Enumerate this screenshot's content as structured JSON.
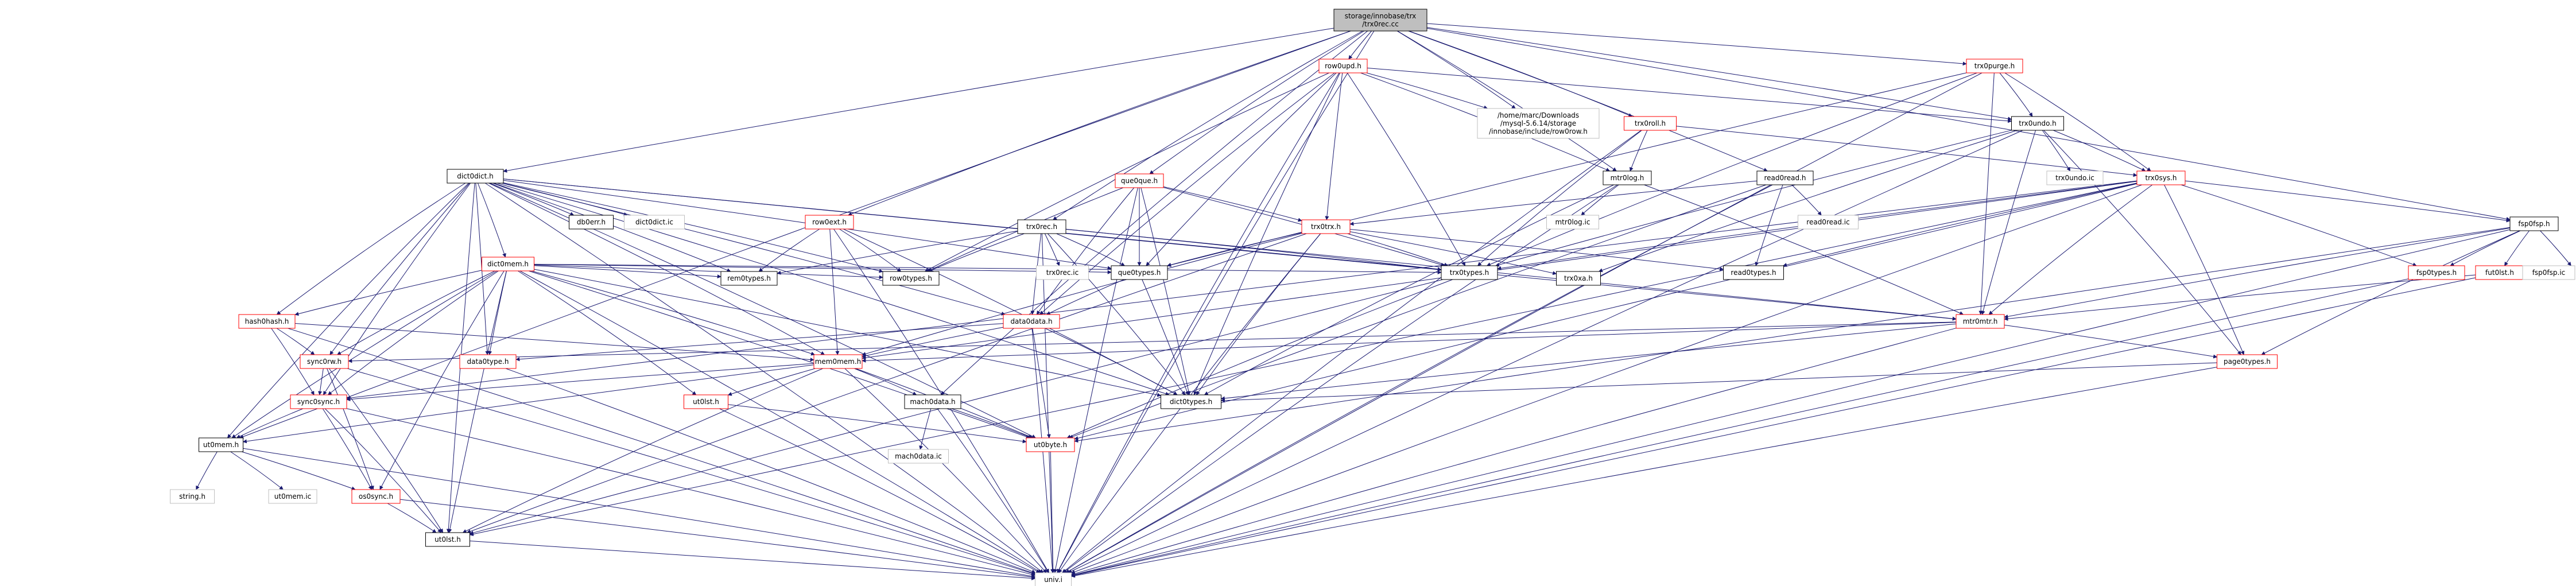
{
  "graph": {
    "colors": {
      "background": "#ffffff",
      "node_border_default": "#bfbfbf",
      "node_border_red": "#ff0000",
      "root_fill": "#bfbfbf",
      "root_border": "#000000",
      "edge": "#191970"
    },
    "nodes": [
      {
        "id": "root",
        "label": [
          "storage/innobase/trx",
          "/trx0rec.cc"
        ],
        "style": "root"
      },
      {
        "id": "dict0dict",
        "label": [
          "dict0dict.h"
        ],
        "style": "black"
      },
      {
        "id": "row0upd",
        "label": [
          "row0upd.h"
        ],
        "style": "red"
      },
      {
        "id": "row0ext",
        "label": [
          "row0ext.h"
        ],
        "style": "red"
      },
      {
        "id": "que0que",
        "label": [
          "que0que.h"
        ],
        "style": "red"
      },
      {
        "id": "trx0rec_h",
        "label": [
          "trx0rec.h"
        ],
        "style": "black"
      },
      {
        "id": "mysql_row0row",
        "label": [
          "/home/marc/Downloads",
          "/mysql-5.6.14/storage",
          "/innobase/include/row0row.h"
        ],
        "style": "gray"
      },
      {
        "id": "trx0roll",
        "label": [
          "trx0roll.h"
        ],
        "style": "red"
      },
      {
        "id": "mtr0log",
        "label": [
          "mtr0log.h"
        ],
        "style": "black"
      },
      {
        "id": "read0read",
        "label": [
          "read0read.h"
        ],
        "style": "black"
      },
      {
        "id": "trx0purge",
        "label": [
          "trx0purge.h"
        ],
        "style": "red"
      },
      {
        "id": "trx0undo",
        "label": [
          "trx0undo.h"
        ],
        "style": "black"
      },
      {
        "id": "fsp0fsp",
        "label": [
          "fsp0fsp.h"
        ],
        "style": "black"
      },
      {
        "id": "trx0sys",
        "label": [
          "trx0sys.h"
        ],
        "style": "red"
      },
      {
        "id": "trx0trx",
        "label": [
          "trx0trx.h"
        ],
        "style": "red"
      },
      {
        "id": "dict0mem",
        "label": [
          "dict0mem.h"
        ],
        "style": "red"
      },
      {
        "id": "dict0dict_ic",
        "label": [
          "dict0dict.ic"
        ],
        "style": "gray"
      },
      {
        "id": "db0err",
        "label": [
          "db0err.h"
        ],
        "style": "black"
      },
      {
        "id": "row0types",
        "label": [
          "row0types.h"
        ],
        "style": "black"
      },
      {
        "id": "rem0types",
        "label": [
          "rem0types.h"
        ],
        "style": "black"
      },
      {
        "id": "trx0rec_ic",
        "label": [
          "trx0rec.ic"
        ],
        "style": "gray"
      },
      {
        "id": "que0types",
        "label": [
          "que0types.h"
        ],
        "style": "black"
      },
      {
        "id": "trx0types",
        "label": [
          "trx0types.h"
        ],
        "style": "black"
      },
      {
        "id": "trx0xa",
        "label": [
          "trx0xa.h"
        ],
        "style": "black"
      },
      {
        "id": "read0types",
        "label": [
          "read0types.h"
        ],
        "style": "black"
      },
      {
        "id": "mtr0log_ic",
        "label": [
          "mtr0log.ic"
        ],
        "style": "gray"
      },
      {
        "id": "read0read_ic",
        "label": [
          "read0read.ic"
        ],
        "style": "gray"
      },
      {
        "id": "trx0undo_ic",
        "label": [
          "trx0undo.ic"
        ],
        "style": "gray"
      },
      {
        "id": "fsp0types",
        "label": [
          "fsp0types.h"
        ],
        "style": "red"
      },
      {
        "id": "fut0lst",
        "label": [
          "fut0lst.h"
        ],
        "style": "red"
      },
      {
        "id": "fsp0fsp_ic",
        "label": [
          "fsp0fsp.ic"
        ],
        "style": "gray"
      },
      {
        "id": "hash0hash",
        "label": [
          "hash0hash.h"
        ],
        "style": "red"
      },
      {
        "id": "data0data",
        "label": [
          "data0data.h"
        ],
        "style": "red"
      },
      {
        "id": "mtr0mtr",
        "label": [
          "mtr0mtr.h"
        ],
        "style": "red"
      },
      {
        "id": "sync0rw",
        "label": [
          "sync0rw.h"
        ],
        "style": "red"
      },
      {
        "id": "data0type",
        "label": [
          "data0type.h"
        ],
        "style": "red"
      },
      {
        "id": "mem0mem",
        "label": [
          "mem0mem.h"
        ],
        "style": "red"
      },
      {
        "id": "dict0types",
        "label": [
          "dict0types.h"
        ],
        "style": "black"
      },
      {
        "id": "page0types",
        "label": [
          "page0types.h"
        ],
        "style": "red"
      },
      {
        "id": "sync0sync",
        "label": [
          "sync0sync.h"
        ],
        "style": "red"
      },
      {
        "id": "ut0lst_red",
        "label": [
          "ut0lst.h"
        ],
        "style": "red"
      },
      {
        "id": "mach0data_h",
        "label": [
          "mach0data.h"
        ],
        "style": "black"
      },
      {
        "id": "ut0mem",
        "label": [
          "ut0mem.h"
        ],
        "style": "black"
      },
      {
        "id": "ut0byte",
        "label": [
          "ut0byte.h"
        ],
        "style": "red"
      },
      {
        "id": "mach0data_ic",
        "label": [
          "mach0data.ic"
        ],
        "style": "gray"
      },
      {
        "id": "string_h",
        "label": [
          "string.h"
        ],
        "style": "gray"
      },
      {
        "id": "ut0mem_ic",
        "label": [
          "ut0mem.ic"
        ],
        "style": "gray"
      },
      {
        "id": "os0sync",
        "label": [
          "os0sync.h"
        ],
        "style": "red"
      },
      {
        "id": "ut0lst_h",
        "label": [
          "ut0lst.h"
        ],
        "style": "black"
      },
      {
        "id": "univ_i",
        "label": [
          "univ.i"
        ],
        "style": "gray"
      }
    ],
    "edges": [
      [
        "root",
        "dict0dict"
      ],
      [
        "root",
        "row0upd"
      ],
      [
        "root",
        "row0ext"
      ],
      [
        "root",
        "que0que"
      ],
      [
        "root",
        "trx0rec_h"
      ],
      [
        "root",
        "mysql_row0row"
      ],
      [
        "root",
        "trx0roll"
      ],
      [
        "root",
        "mtr0log"
      ],
      [
        "root",
        "read0read"
      ],
      [
        "root",
        "trx0purge"
      ],
      [
        "root",
        "trx0undo"
      ],
      [
        "root",
        "fsp0fsp"
      ],
      [
        "root",
        "mach0data_h"
      ],
      [
        "root",
        "ut0mem"
      ],
      [
        "root",
        "univ_i"
      ],
      [
        "dict0dict",
        "dict0mem"
      ],
      [
        "dict0dict",
        "dict0dict_ic"
      ],
      [
        "dict0dict",
        "db0err"
      ],
      [
        "dict0dict",
        "rem0types"
      ],
      [
        "dict0dict",
        "row0types"
      ],
      [
        "dict0dict",
        "data0data"
      ],
      [
        "dict0dict",
        "data0type"
      ],
      [
        "dict0dict",
        "hash0hash"
      ],
      [
        "dict0dict",
        "mem0mem"
      ],
      [
        "dict0dict",
        "sync0sync"
      ],
      [
        "dict0dict",
        "sync0rw"
      ],
      [
        "dict0dict",
        "trx0types"
      ],
      [
        "dict0dict",
        "dict0types"
      ],
      [
        "dict0dict",
        "ut0mem"
      ],
      [
        "dict0dict",
        "ut0lst_h"
      ],
      [
        "dict0dict",
        "ut0byte"
      ],
      [
        "dict0dict",
        "mtr0mtr"
      ],
      [
        "dict0dict",
        "que0types"
      ],
      [
        "dict0dict",
        "univ_i"
      ],
      [
        "row0upd",
        "trx0trx"
      ],
      [
        "row0upd",
        "mysql_row0row"
      ],
      [
        "row0upd",
        "mtr0log"
      ],
      [
        "row0upd",
        "trx0undo"
      ],
      [
        "row0upd",
        "data0data"
      ],
      [
        "row0upd",
        "row0types"
      ],
      [
        "row0upd",
        "que0types"
      ],
      [
        "row0upd",
        "dict0types"
      ],
      [
        "row0upd",
        "trx0types"
      ],
      [
        "row0upd",
        "univ_i"
      ],
      [
        "row0ext",
        "row0types"
      ],
      [
        "row0ext",
        "rem0types"
      ],
      [
        "row0ext",
        "mem0mem"
      ],
      [
        "row0ext",
        "dict0types"
      ],
      [
        "row0ext",
        "univ_i"
      ],
      [
        "que0que",
        "trx0trx"
      ],
      [
        "que0que",
        "row0types"
      ],
      [
        "que0que",
        "que0types"
      ],
      [
        "que0que",
        "data0data"
      ],
      [
        "que0que",
        "dict0types"
      ],
      [
        "que0que",
        "trx0types"
      ],
      [
        "que0que",
        "univ_i"
      ],
      [
        "trx0rec_h",
        "row0types"
      ],
      [
        "trx0rec_h",
        "rem0types"
      ],
      [
        "trx0rec_h",
        "trx0rec_ic"
      ],
      [
        "trx0rec_h",
        "que0types"
      ],
      [
        "trx0rec_h",
        "trx0types"
      ],
      [
        "trx0rec_h",
        "data0data"
      ],
      [
        "trx0rec_h",
        "dict0types"
      ],
      [
        "trx0rec_h",
        "mtr0mtr"
      ],
      [
        "trx0rec_h",
        "univ_i"
      ],
      [
        "trx0roll",
        "mtr0log"
      ],
      [
        "trx0roll",
        "trx0sys"
      ],
      [
        "trx0roll",
        "trx0types"
      ],
      [
        "trx0roll",
        "univ_i"
      ],
      [
        "mtr0log",
        "mtr0log_ic"
      ],
      [
        "mtr0log",
        "mtr0mtr"
      ],
      [
        "mtr0log",
        "dict0types"
      ],
      [
        "mtr0log",
        "univ_i"
      ],
      [
        "read0read",
        "read0read_ic"
      ],
      [
        "read0read",
        "read0types"
      ],
      [
        "read0read",
        "trx0trx"
      ],
      [
        "read0read",
        "ut0byte"
      ],
      [
        "read0read",
        "univ_i"
      ],
      [
        "trx0purge",
        "trx0undo"
      ],
      [
        "trx0purge",
        "trx0sys"
      ],
      [
        "trx0purge",
        "mtr0mtr"
      ],
      [
        "trx0purge",
        "que0types"
      ],
      [
        "trx0purge",
        "trx0types"
      ],
      [
        "trx0purge",
        "univ_i"
      ],
      [
        "trx0undo",
        "trx0sys"
      ],
      [
        "trx0undo",
        "trx0undo_ic"
      ],
      [
        "trx0undo",
        "mtr0mtr"
      ],
      [
        "trx0undo",
        "page0types"
      ],
      [
        "trx0undo",
        "trx0xa"
      ],
      [
        "trx0undo",
        "trx0types"
      ],
      [
        "trx0undo",
        "univ_i"
      ],
      [
        "fsp0fsp",
        "fsp0types"
      ],
      [
        "fsp0fsp",
        "fut0lst"
      ],
      [
        "fsp0fsp",
        "fsp0fsp_ic"
      ],
      [
        "fsp0fsp",
        "mtr0mtr"
      ],
      [
        "fsp0fsp",
        "page0types"
      ],
      [
        "fsp0fsp",
        "ut0byte"
      ],
      [
        "fsp0fsp",
        "univ_i"
      ],
      [
        "trx0sys",
        "fsp0fsp"
      ],
      [
        "trx0sys",
        "fsp0types"
      ],
      [
        "trx0sys",
        "mtr0mtr"
      ],
      [
        "trx0sys",
        "mem0mem"
      ],
      [
        "trx0sys",
        "sync0sync"
      ],
      [
        "trx0sys",
        "read0types"
      ],
      [
        "trx0sys",
        "page0types"
      ],
      [
        "trx0sys",
        "trx0types"
      ],
      [
        "trx0sys",
        "ut0byte"
      ],
      [
        "trx0sys",
        "ut0lst_h"
      ],
      [
        "trx0sys",
        "univ_i"
      ],
      [
        "trx0trx",
        "que0types"
      ],
      [
        "trx0trx",
        "trx0types"
      ],
      [
        "trx0trx",
        "trx0xa"
      ],
      [
        "trx0trx",
        "mem0mem"
      ],
      [
        "trx0trx",
        "read0types"
      ],
      [
        "trx0trx",
        "dict0types"
      ],
      [
        "trx0trx",
        "ut0lst_h"
      ],
      [
        "trx0trx",
        "univ_i"
      ],
      [
        "dict0mem",
        "dict0types"
      ],
      [
        "dict0mem",
        "data0type"
      ],
      [
        "dict0mem",
        "mem0mem"
      ],
      [
        "dict0mem",
        "row0types"
      ],
      [
        "dict0mem",
        "rem0types"
      ],
      [
        "dict0mem",
        "hash0hash"
      ],
      [
        "dict0mem",
        "sync0rw"
      ],
      [
        "dict0mem",
        "que0types"
      ],
      [
        "dict0mem",
        "trx0types"
      ],
      [
        "dict0mem",
        "ut0lst_red"
      ],
      [
        "dict0mem",
        "ut0byte"
      ],
      [
        "dict0mem",
        "ut0mem"
      ],
      [
        "dict0mem",
        "ut0lst_h"
      ],
      [
        "dict0mem",
        "univ_i"
      ],
      [
        "dict0mem",
        "sync0sync"
      ],
      [
        "dict0mem",
        "os0sync"
      ],
      [
        "hash0hash",
        "mem0mem"
      ],
      [
        "hash0hash",
        "sync0sync"
      ],
      [
        "hash0hash",
        "sync0rw"
      ],
      [
        "hash0hash",
        "univ_i"
      ],
      [
        "que0types",
        "data0data"
      ],
      [
        "que0types",
        "dict0types"
      ],
      [
        "trx0types",
        "ut0byte"
      ],
      [
        "trx0types",
        "ut0lst_h"
      ],
      [
        "data0data",
        "data0type"
      ],
      [
        "data0data",
        "mem0mem"
      ],
      [
        "data0data",
        "dict0types"
      ],
      [
        "data0data",
        "ut0byte"
      ],
      [
        "data0data",
        "univ_i"
      ],
      [
        "mtr0mtr",
        "mem0mem"
      ],
      [
        "mtr0mtr",
        "dict0types"
      ],
      [
        "mtr0mtr",
        "sync0rw"
      ],
      [
        "mtr0mtr",
        "page0types"
      ],
      [
        "mtr0mtr",
        "univ_i"
      ],
      [
        "sync0rw",
        "sync0sync"
      ],
      [
        "sync0rw",
        "os0sync"
      ],
      [
        "sync0rw",
        "ut0lst_h"
      ],
      [
        "sync0rw",
        "univ_i"
      ],
      [
        "data0type",
        "univ_i"
      ],
      [
        "mem0mem",
        "ut0mem"
      ],
      [
        "mem0mem",
        "ut0byte"
      ],
      [
        "mem0mem",
        "ut0lst_red"
      ],
      [
        "mem0mem",
        "mach0data_h"
      ],
      [
        "mem0mem",
        "sync0sync"
      ],
      [
        "mem0mem",
        "ut0lst_h"
      ],
      [
        "mem0mem",
        "univ_i"
      ],
      [
        "page0types",
        "dict0types"
      ],
      [
        "page0types",
        "univ_i"
      ],
      [
        "sync0sync",
        "ut0mem"
      ],
      [
        "sync0sync",
        "os0sync"
      ],
      [
        "sync0sync",
        "ut0lst_h"
      ],
      [
        "sync0sync",
        "univ_i"
      ],
      [
        "ut0lst_red",
        "ut0byte"
      ],
      [
        "ut0lst_red",
        "univ_i"
      ],
      [
        "mach0data_h",
        "ut0byte"
      ],
      [
        "mach0data_h",
        "mach0data_ic"
      ],
      [
        "mach0data_h",
        "univ_i"
      ],
      [
        "ut0mem",
        "string_h"
      ],
      [
        "ut0mem",
        "ut0mem_ic"
      ],
      [
        "ut0mem",
        "os0sync"
      ],
      [
        "ut0mem",
        "univ_i"
      ],
      [
        "ut0byte",
        "univ_i"
      ],
      [
        "os0sync",
        "ut0lst_h"
      ],
      [
        "os0sync",
        "univ_i"
      ],
      [
        "ut0lst_h",
        "univ_i"
      ],
      [
        "fsp0types",
        "univ_i"
      ],
      [
        "fut0lst",
        "univ_i"
      ],
      [
        "fut0lst",
        "mtr0mtr"
      ]
    ]
  }
}
